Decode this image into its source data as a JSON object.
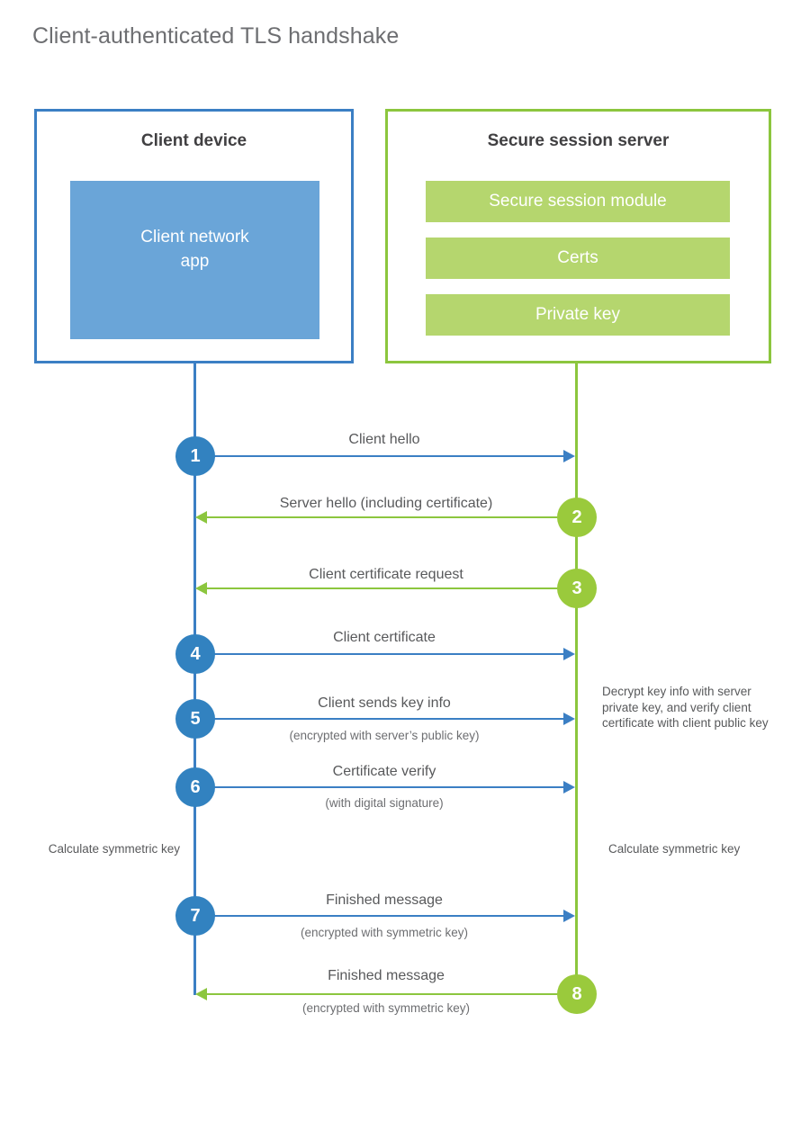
{
  "title": "Client-authenticated TLS handshake",
  "colors": {
    "client_accent": "#3b7fc4",
    "client_circle": "#3282c0",
    "client_app_fill": "#6aa5d8",
    "server_accent": "#8cc63e",
    "server_circle": "#9aca3c",
    "server_bar_fill": "#b5d66e",
    "text": "#58595b",
    "heading": "#414042",
    "background": "#ffffff"
  },
  "actors": {
    "client": {
      "title": "Client device",
      "app_label": "Client network\napp"
    },
    "server": {
      "title": "Secure session server",
      "components": [
        "Secure session module",
        "Certs",
        "Private key"
      ]
    }
  },
  "steps": [
    {
      "number": "1",
      "direction": "to-server",
      "label": "Client hello",
      "sublabel": ""
    },
    {
      "number": "2",
      "direction": "to-client",
      "label": "Server hello (including certificate)",
      "sublabel": ""
    },
    {
      "number": "3",
      "direction": "to-client",
      "label": "Client certificate request",
      "sublabel": ""
    },
    {
      "number": "4",
      "direction": "to-server",
      "label": "Client certificate",
      "sublabel": ""
    },
    {
      "number": "5",
      "direction": "to-server",
      "label": "Client sends key info",
      "sublabel": "(encrypted with server’s public key)"
    },
    {
      "number": "6",
      "direction": "to-server",
      "label": "Certificate verify",
      "sublabel": "(with digital signature)"
    },
    {
      "number": "7",
      "direction": "to-server",
      "label": "Finished message",
      "sublabel": "(encrypted with symmetric key)"
    },
    {
      "number": "8",
      "direction": "to-client",
      "label": "Finished message",
      "sublabel": "(encrypted with symmetric key)"
    }
  ],
  "notes": {
    "server_decrypt": "Decrypt key info with server private key, and verify client certificate with client public key",
    "client_calculate": "Calculate symmetric key",
    "server_calculate": "Calculate symmetric key"
  }
}
